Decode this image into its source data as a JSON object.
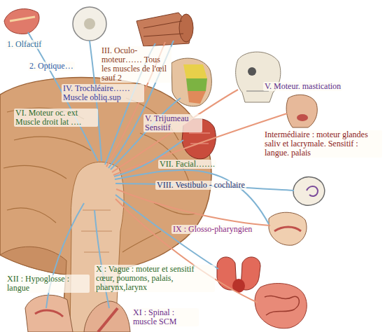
{
  "diagram": {
    "labels": [
      "1. Olfactif",
      "2. Optique…",
      "III. Oculo-moteur…… Tous les muscles de l'œil sauf 2",
      "IV. Trochléaire…… Muscle obliq.sup",
      "VI. Moteur oc. ext Muscle droit lat ….",
      "V. Trijumeau Sensitif",
      "V. Moteur. mastication",
      "Intermédiaire : moteur glandes saliv et lacrymale. Sensitif : langue. palais",
      "VII. Facial…….",
      "VIII. Vestibulo - cochlaire",
      "IX : Glosso-pharyngien",
      "X : Vague : moteur et sensitif cœur, poumons, palais, pharynx,larynx",
      "XII : Hypoglosse : langue",
      "XI : Spinal : muscle SCM"
    ]
  }
}
